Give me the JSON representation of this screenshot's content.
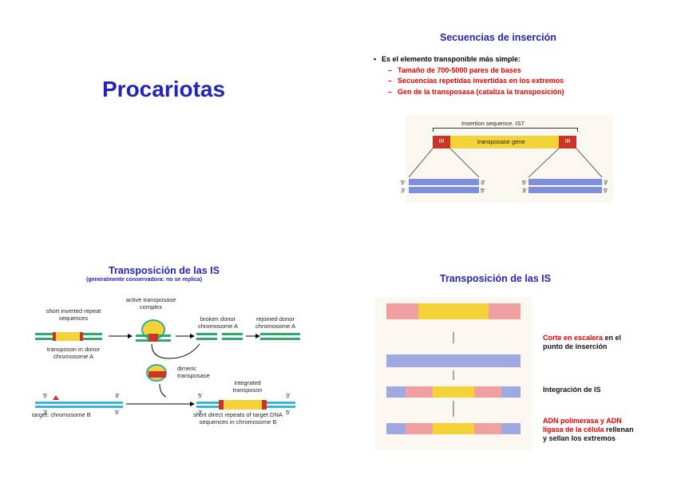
{
  "slide1": {
    "title": "Procariotas"
  },
  "slide2": {
    "title": "Secuencias de inserción",
    "bullet": "Es el elemento transponible más simple:",
    "subs": [
      "Tamaño de 700-5000 pares de bases",
      "Secuencias repetidas invertidas en los extremos",
      "Gen de la transposasa (cataliza la transposición)"
    ],
    "figure": {
      "caption": "Insertion sequence. IS7",
      "ir_left": "IR",
      "ir_right": "IR",
      "gene": "transposase gene",
      "end5": "5'",
      "end3": "3'"
    }
  },
  "slide3": {
    "title": "Transposición de las IS",
    "subtitle": "(generalmente conservadora: no se replica)",
    "labels": {
      "complex": "active transposase complex",
      "short_inverted": "short inverted repeat sequences",
      "donor": "transposon in donor chromosome A",
      "broken": "broken donor chromosome A",
      "rejoined": "rejoined donor chromosome A",
      "dimeric": "dimeric transposase",
      "integrated": "integrated transposon",
      "target": "target: chromosome B",
      "short_direct": "short direct repeats of target DNA sequences in chromosome B",
      "five": "5'",
      "three": "3'"
    }
  },
  "slide4": {
    "title": "Transposición de las IS",
    "step1_red": "Corte en escalera",
    "step1_rest": " en el punto de inserción",
    "step2": "Integración de IS",
    "step3_red": "ADN polimerasa y ADN ligasa de la célula",
    "step3_rest": " rellenan y sellan los extremos"
  },
  "colors": {
    "title_blue": "#2424b4",
    "red": "#e00000",
    "gene_yellow": "#f3d23a",
    "ir_red": "#c8362a",
    "dna_blue": "#7f8fd8"
  }
}
